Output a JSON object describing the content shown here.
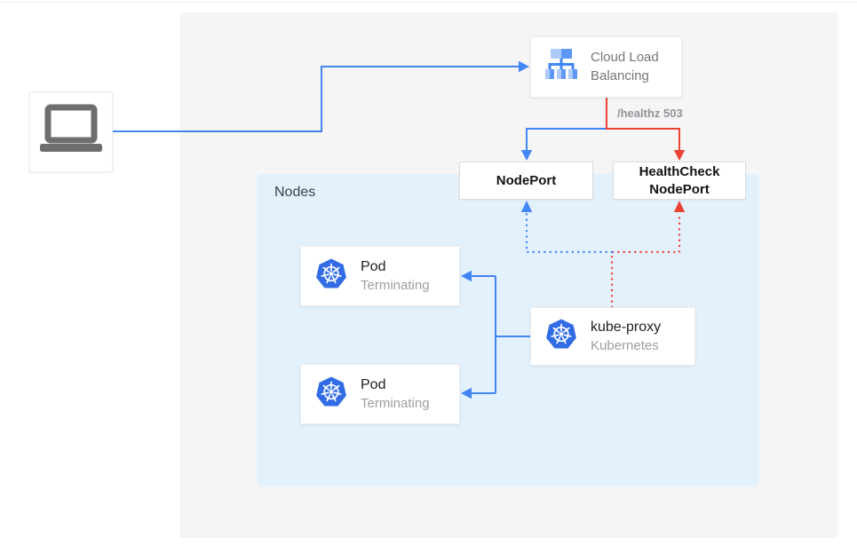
{
  "client": {
    "icon": "laptop-icon"
  },
  "cloud_load_balancing": {
    "icon": "load-balancer-icon",
    "lines": [
      "Cloud Load",
      "Balancing"
    ]
  },
  "healthz": {
    "label": "/healthz 503"
  },
  "nodeport": {
    "label": "NodePort"
  },
  "healthcheck_nodeport": {
    "lines": [
      "HealthCheck",
      "NodePort"
    ]
  },
  "nodes": {
    "label": "Nodes"
  },
  "pods": [
    {
      "title": "Pod",
      "status": "Terminating",
      "icon": "kubernetes-icon"
    },
    {
      "title": "Pod",
      "status": "Terminating",
      "icon": "kubernetes-icon"
    }
  ],
  "kube_proxy": {
    "title": "kube-proxy",
    "subtitle": "Kubernetes",
    "icon": "kubernetes-icon"
  },
  "colors": {
    "blue_edge": "#4285f4",
    "red_edge": "#ea4335",
    "kubernetes_blue": "#326ce5",
    "panel_bg": "#f5f5f5",
    "nodes_bg": "#e3f1fd",
    "icon_light_blue": "#aecbfa",
    "icon_mid_blue": "#5e97f6",
    "gray_text": "#757575",
    "laptop_gray": "#6e6e6e"
  }
}
